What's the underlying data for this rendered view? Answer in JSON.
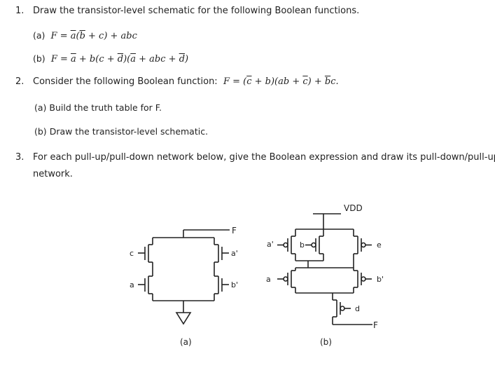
{
  "problems": [
    {
      "number": "1.",
      "text": "Draw the transistor-level schematic for the following Boolean functions.",
      "parts": [
        {
          "label": "(a)"
        },
        {
          "label": "(b)"
        }
      ]
    },
    {
      "number": "2.",
      "text": "Consider the following Boolean function:",
      "parts": [
        {
          "label": "(a)",
          "text": "Build the truth table for F."
        },
        {
          "label": "(b)",
          "text": "Draw the transistor-level schematic."
        }
      ]
    },
    {
      "number": "3.",
      "text_line1": "For each pull-up/pull-down network below, give the Boolean expression and draw its pull-down/pull-up",
      "text_line2": "network."
    }
  ],
  "circuit_a": {
    "caption": "(a)",
    "output": "F",
    "inputs": {
      "c": "c",
      "a": "a",
      "a_bar": "a'",
      "b_bar": "b'"
    }
  },
  "circuit_b": {
    "caption": "(b)",
    "supply": "VDD",
    "output": "F",
    "inputs": {
      "a_bar": "a'",
      "b": "b",
      "a": "a",
      "e": "e",
      "b_bar": "b'",
      "d": "d"
    }
  }
}
